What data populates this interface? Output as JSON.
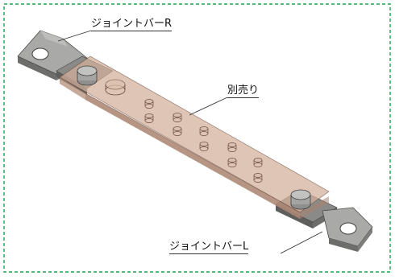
{
  "labels": {
    "joint_bar_r": "ジョイントバーR",
    "sold_separately": "別売り",
    "joint_bar_l": "ジョイントバーL"
  },
  "colors": {
    "frame_dash": "#1aa64b",
    "metal": "#9a9a98",
    "metal_dark": "#5e5e5c",
    "cover": "#c9a48e"
  }
}
